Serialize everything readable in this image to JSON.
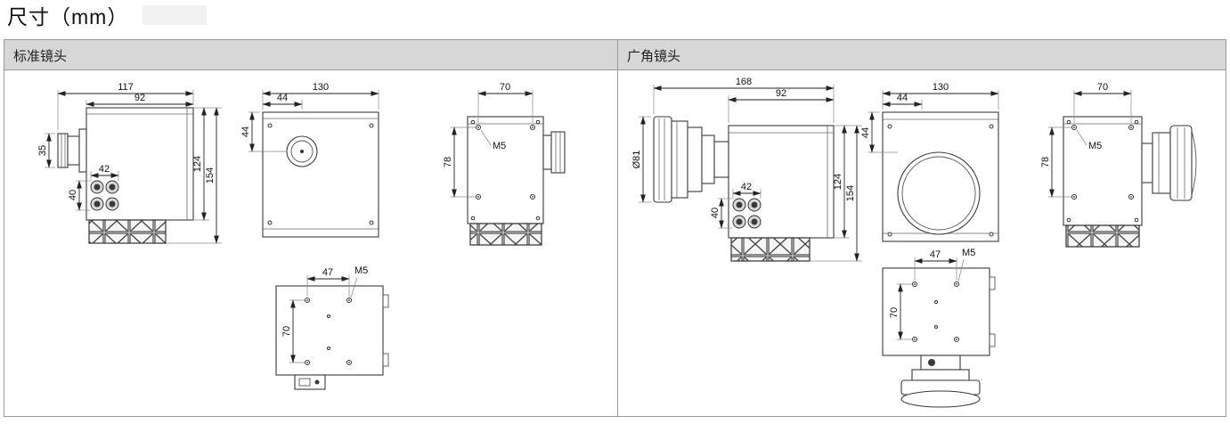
{
  "page": {
    "title": "尺寸（mm）"
  },
  "panels": {
    "standard": {
      "label": "标准镜头",
      "side": {
        "total_w": "117",
        "body_w": "92",
        "lens_h": "35",
        "conn_w": "42",
        "conn_h": "40",
        "body_h": "124",
        "total_h": "154"
      },
      "front": {
        "body_w": "130",
        "lens_cx": "44",
        "lens_cy": "44"
      },
      "mount": {
        "hole_span_w": "70",
        "thread": "M5",
        "hole_span_h": "78"
      },
      "bottom": {
        "hole_span_w": "47",
        "thread": "M5",
        "hole_span_h": "70"
      }
    },
    "wide": {
      "label": "广角镜头",
      "side": {
        "total_w": "168",
        "body_w": "92",
        "lens_dia": "Ø81",
        "conn_w": "42",
        "conn_h": "40",
        "body_h": "124",
        "total_h": "154"
      },
      "front": {
        "body_w": "130",
        "lens_cx": "44",
        "lens_cy": "44"
      },
      "mount": {
        "hole_span_w": "70",
        "thread": "M5",
        "hole_span_h": "78"
      },
      "bottom": {
        "hole_span_w": "47",
        "thread": "M5",
        "hole_span_h": "70"
      }
    }
  }
}
